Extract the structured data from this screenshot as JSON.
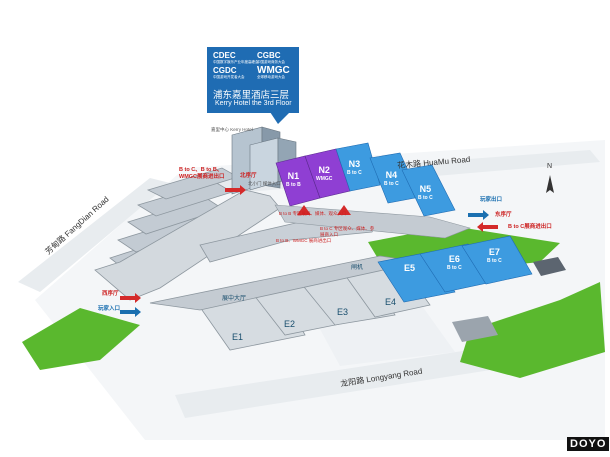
{
  "roads": {
    "huamu": "花木路 HuaMu Road",
    "fangdian": "芳甸路 FangDian Road",
    "longyang": "龙阳路 Longyang Road"
  },
  "venue": {
    "logos": [
      "CDEC",
      "CGBC",
      "CGDC",
      "WMGC"
    ],
    "logo_subs": [
      "中国数字娱乐产业年度高峰会",
      "中国游戏商务大会",
      "中国游戏开发者大会",
      "全球移动游戏大会"
    ],
    "name_cn": "浦东嘉里酒店三层",
    "name_en": "Kerry Hotel the 3rd Floor",
    "building_label": "嘉里中心 Kerry Hotel"
  },
  "halls_upper": [
    {
      "id": "N1",
      "sub": "B to B",
      "color": "#8f3fd3"
    },
    {
      "id": "N2",
      "sub": "WMGC",
      "color": "#8f3fd3"
    },
    {
      "id": "N3",
      "sub": "B to C",
      "color": "#3d9be0"
    },
    {
      "id": "N4",
      "sub": "B to C",
      "color": "#3d9be0"
    },
    {
      "id": "N5",
      "sub": "B to C",
      "color": "#3d9be0"
    },
    {
      "id": "E5",
      "sub": "",
      "color": "#3d9be0"
    },
    {
      "id": "E6",
      "sub": "B to C",
      "color": "#3d9be0"
    },
    {
      "id": "E7",
      "sub": "B to C",
      "color": "#3d9be0"
    }
  ],
  "halls_lower": [
    "E1",
    "E2",
    "E3",
    "E4"
  ],
  "lower_labels": {
    "corridor": "展中大厅",
    "lobby": "闸机"
  },
  "callouts": {
    "north_entry": "B to C、B to B、WMGC展商进出口",
    "north_hall": "北序厅",
    "north_note": "北小门 媒体入口",
    "west_hall": "西序厅",
    "player_entry": "玩家入口",
    "east_hall": "东序厅",
    "east_entry": "B to C展商进出口",
    "players_exit": "玩家出口",
    "press_note": "B to B 专区展商、媒体、观众入口",
    "middle_note": "B to C 专区观众、媒体、参展商入口",
    "center_note": "B to B、WMGC 展商进出口"
  },
  "compass": "N",
  "watermark": "DOYO",
  "colors": {
    "purple": "#8f3fd3",
    "blue": "#3d9be0",
    "green": "#5ab82e",
    "grey": "#b9c2cb",
    "red": "#d42a2a"
  }
}
